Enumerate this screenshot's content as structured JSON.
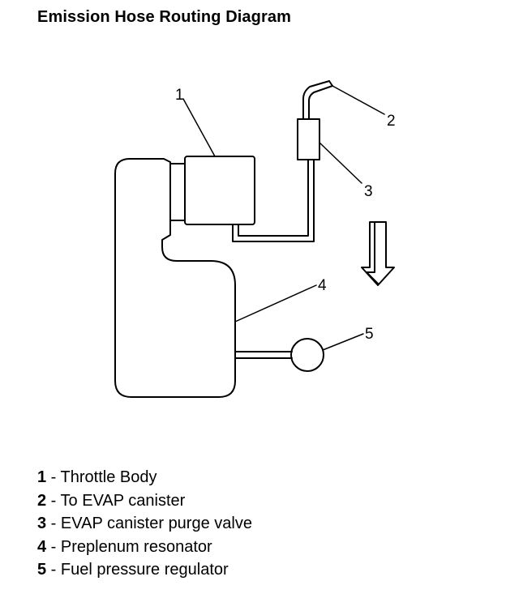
{
  "title": "Emission Hose Routing Diagram",
  "components": [
    {
      "number": "1",
      "separator": " - ",
      "label": "Throttle Body"
    },
    {
      "number": "2",
      "separator": " - ",
      "label": "To EVAP canister"
    },
    {
      "number": "3",
      "separator": " - ",
      "label": "EVAP canister purge valve"
    },
    {
      "number": "4",
      "separator": " - ",
      "label": "Preplenum resonator"
    },
    {
      "number": "5",
      "separator": " - ",
      "label": "Fuel pressure regulator"
    }
  ],
  "icons": {
    "direction_arrow": "down-arrow-icon"
  }
}
